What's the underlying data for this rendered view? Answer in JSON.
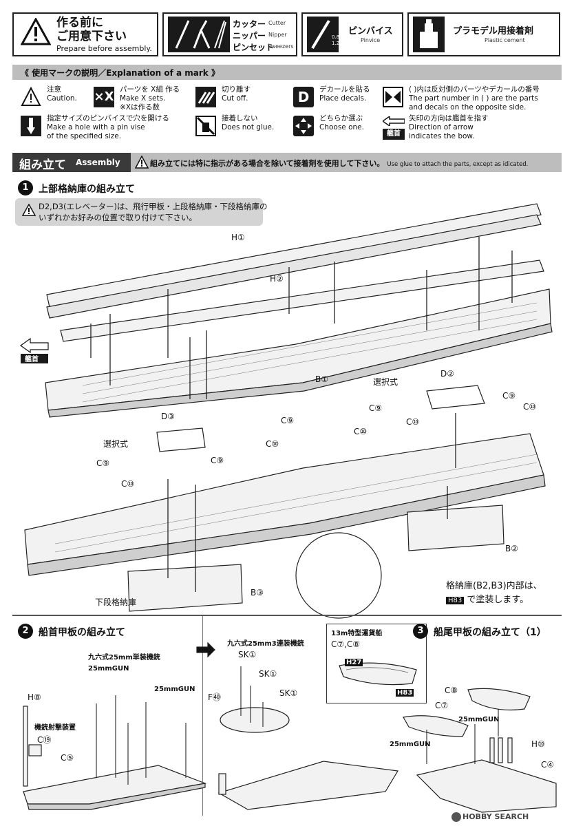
{
  "header": {
    "prep_jp_1": "作る前に",
    "prep_jp_2": "ご用意下さい",
    "prep_en": "Prepare before assembly.",
    "tools": [
      {
        "jp": "カッター",
        "en": "Cutter"
      },
      {
        "jp": "ニッパー",
        "en": "Nipper"
      },
      {
        "jp": "ピンセット",
        "en": "Tweezers"
      }
    ],
    "pinvice_jp": "ピンバイス",
    "pinvice_en": "Pinvice",
    "pinvice_sizes": [
      "0.8mm",
      "1.2mm"
    ],
    "cement_jp": "プラモデル用接着剤",
    "cement_en": "Plastic cement"
  },
  "marks": {
    "title": "《 使用マークの説明／Explanation of a mark 》",
    "items": [
      {
        "lines": [
          "注意",
          "Caution."
        ]
      },
      {
        "icon_text": "×X",
        "lines": [
          "パーツを X組 作る",
          "Make X sets.",
          "※Xは作る数"
        ]
      },
      {
        "lines": [
          "切り離す",
          "Cut off."
        ]
      },
      {
        "icon_text": "D",
        "lines": [
          "デカールを貼る",
          "Place decals."
        ]
      },
      {
        "lines": [
          "(  )内は反対側のパーツやデカールの番号",
          "The part number in (  ) are the parts",
          "and decals on the opposite side."
        ]
      },
      {
        "lines": [
          "指定サイズのピンバイスで穴を開ける",
          "Make a hole with a pin vise",
          "of the specified size."
        ]
      },
      {
        "lines": [
          "接着しない",
          "Does not glue."
        ]
      },
      {
        "lines": [
          "どちらか選ぶ",
          "Choose one."
        ]
      },
      {
        "icon_text": "艦首",
        "lines": [
          "矢印の方向は艦首を指す",
          "Direction of arrow",
          "indicates the bow."
        ]
      }
    ]
  },
  "assembly": {
    "tag_jp": "組み立て",
    "tag_en": "Assembly",
    "note_jp": "組み立てには特に指示がある場合を除いて接着剤を使用して下さい。",
    "note_en": "Use glue to attach the parts, except as idicated."
  },
  "step1": {
    "num": "1",
    "title": "上部格納庫の組み立て",
    "note_1": "D2,D3(エレベーター)は、飛行甲板・上段格納庫・下段格納庫の",
    "note_2": "いずれかお好みの位置で取り付けて下さい。",
    "labels": {
      "h1": "H①",
      "h2": "H②",
      "b1": "B①",
      "b2": "B②",
      "b3": "B③",
      "d2": "D②",
      "d3": "D③",
      "c9": "C⑨",
      "c10": "C⑩",
      "select": "選択式",
      "bow": "艦首",
      "lower_hangar": "下段格納庫"
    },
    "paint_1": "格納庫(B2,B3)内部は、",
    "paint_code": "H83",
    "paint_2": "で塗装します。"
  },
  "step2": {
    "num": "2",
    "title": "船首甲板の組み立て",
    "gun_single": "九六式25mm単装機銃",
    "gun_triple": "九六式25mm3連装機銃",
    "gun_25": "25mmGUN",
    "gun_mount": "機銃射撃装置",
    "parts": {
      "h8": "H⑧",
      "c19": "C⑲",
      "c5": "C⑤",
      "f40": "F㊵",
      "sk1": "SK①"
    }
  },
  "boat": {
    "title": "13m特型運貨船",
    "parts": "C⑦,C⑧",
    "paint_a": "H27",
    "paint_b": "H83"
  },
  "step3": {
    "num": "3",
    "title": "船尾甲板の組み立て（1）",
    "parts": {
      "c8": "C⑧",
      "c7": "C⑦",
      "h10": "H⑩",
      "c4": "C④"
    },
    "gun_25": "25mmGUN"
  },
  "watermark": "HOBBY SEARCH"
}
